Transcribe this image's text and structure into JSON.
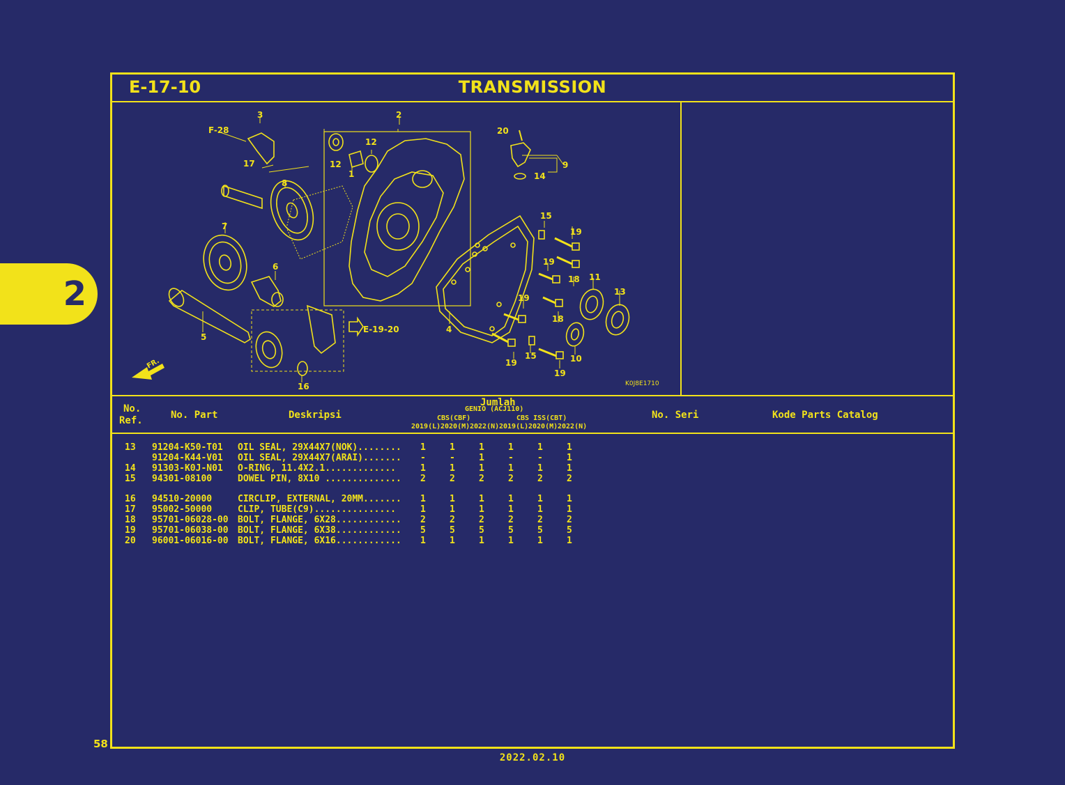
{
  "chapter": "2",
  "header": {
    "code": "E-17-10",
    "title": "TRANSMISSION"
  },
  "diagram": {
    "image_code": "K0J8E1710",
    "front_label": "FR.",
    "refs": {
      "f28": "F-28",
      "e1920": "E-19-20",
      "r1": "1",
      "r2": "2",
      "r3": "3",
      "r4": "4",
      "r5": "5",
      "r6": "6",
      "r7": "7",
      "r8": "8",
      "r9": "9",
      "r10": "10",
      "r11": "11",
      "r12a": "12",
      "r12b": "12",
      "r13": "13",
      "r14": "14",
      "r15a": "15",
      "r15b": "15",
      "r16": "16",
      "r17": "17",
      "r18a": "18",
      "r18b": "18",
      "r19a": "19",
      "r19b": "19",
      "r19c": "19",
      "r19d": "19",
      "r19e": "19",
      "r20": "20"
    }
  },
  "table": {
    "headers": {
      "ref_no_1": "No.",
      "ref_no_2": "Ref.",
      "part_no": "No. Part",
      "description": "Deskripsi",
      "quantity": "Jumlah",
      "model": "GENIO (ACJ110)",
      "group_cbs": "CBS(CBF)",
      "group_iss": "CBS ISS(CBT)",
      "year_cols": [
        "2019(L)",
        "2020(M)",
        "2022(N)",
        "2019(L)",
        "2020(M)",
        "2022(N)"
      ],
      "serial": "No. Seri",
      "catalog": "Kode Parts Catalog"
    },
    "rows": [
      {
        "ref": "13",
        "part": "91204-K50-T01",
        "desc": "OIL SEAL, 29X44X7(NOK)........",
        "qty": [
          "1",
          "1",
          "1",
          "1",
          "1",
          "1"
        ]
      },
      {
        "ref": "",
        "part": "91204-K44-V01",
        "desc": "OIL SEAL, 29X44X7(ARAI).......",
        "qty": [
          "-",
          "-",
          "1",
          "-",
          "-",
          "1"
        ]
      },
      {
        "ref": "14",
        "part": "91303-K0J-N01",
        "desc": "O-RING, 11.4X2.1.............",
        "qty": [
          "1",
          "1",
          "1",
          "1",
          "1",
          "1"
        ]
      },
      {
        "ref": "15",
        "part": "94301-08100",
        "desc": "DOWEL PIN, 8X10 ..............",
        "qty": [
          "2",
          "2",
          "2",
          "2",
          "2",
          "2"
        ]
      },
      {
        "ref": "16",
        "part": "94510-20000",
        "desc": "CIRCLIP, EXTERNAL, 20MM.......",
        "qty": [
          "1",
          "1",
          "1",
          "1",
          "1",
          "1"
        ]
      },
      {
        "ref": "17",
        "part": "95002-50000",
        "desc": "CLIP, TUBE(C9)...............",
        "qty": [
          "1",
          "1",
          "1",
          "1",
          "1",
          "1"
        ]
      },
      {
        "ref": "18",
        "part": "95701-06028-00",
        "desc": "BOLT, FLANGE, 6X28............",
        "qty": [
          "2",
          "2",
          "2",
          "2",
          "2",
          "2"
        ]
      },
      {
        "ref": "19",
        "part": "95701-06038-00",
        "desc": "BOLT, FLANGE, 6X38............",
        "qty": [
          "5",
          "5",
          "5",
          "5",
          "5",
          "5"
        ]
      },
      {
        "ref": "20",
        "part": "96001-06016-00",
        "desc": "BOLT, FLANGE, 6X16............",
        "qty": [
          "1",
          "1",
          "1",
          "1",
          "1",
          "1"
        ]
      }
    ]
  },
  "footer": {
    "page": "58",
    "date": "2022.02.10"
  }
}
